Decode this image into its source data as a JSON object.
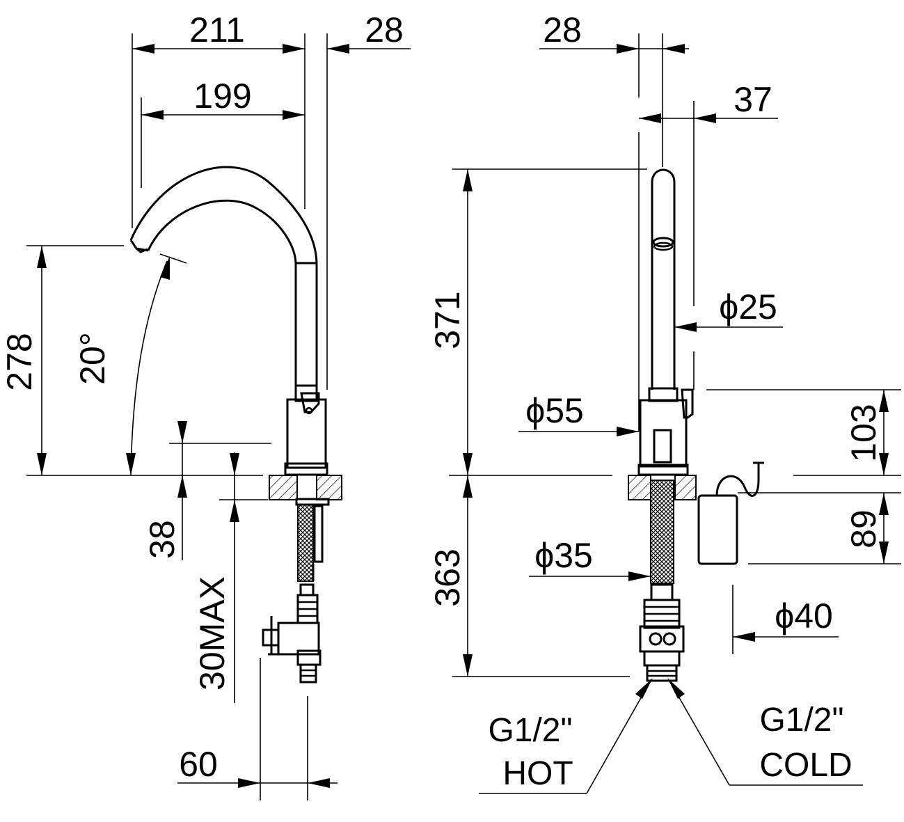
{
  "side_view": {
    "width_211": "211",
    "offset_28": "28",
    "reach_199": "199",
    "height_278": "278",
    "angle_20": "20°",
    "depth_38": "38",
    "counter_max": "30MAX",
    "spacing_60": "60"
  },
  "front_view": {
    "top_28": "28",
    "offset_37": "37",
    "height_371": "371",
    "dia_25": "ϕ25",
    "dia_55": "ϕ55",
    "height_103": "103",
    "height_363": "363",
    "dia_35": "ϕ35",
    "height_89": "89",
    "dia_40": "ϕ40",
    "hot_size": "G1/2\"",
    "hot_label": "HOT",
    "cold_size": "G1/2\"",
    "cold_label": "COLD"
  }
}
